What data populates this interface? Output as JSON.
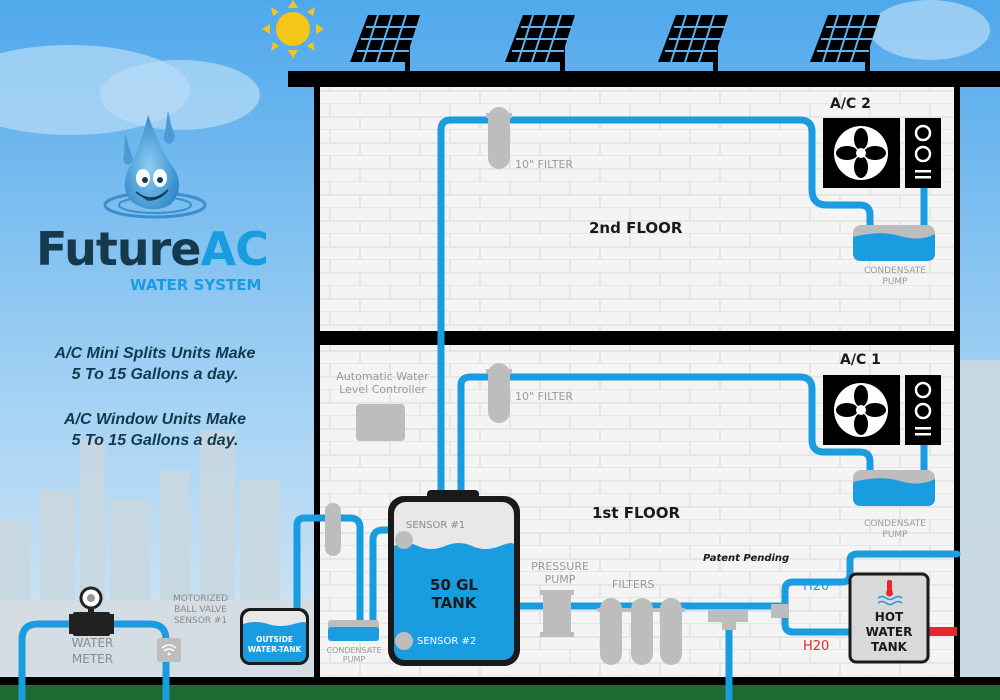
{
  "brand": {
    "name_dark": "Future",
    "name_accent": "AC",
    "subtitle": "WATER SYSTEM",
    "colors": {
      "dark": "#163a4d",
      "accent": "#1a9de0",
      "sky": "#5eb3ee",
      "pipe": "#1a9de0",
      "hot": "#e8262b",
      "ground": "#1e6b33"
    }
  },
  "taglines": [
    {
      "line1": "A/C Mini Splits Units Make",
      "line2": "5 To 15 Gallons a day."
    },
    {
      "line1": "A/C Window Units Make",
      "line2": "5 To 15 Gallons a day."
    }
  ],
  "floors": {
    "second": "2nd FLOOR",
    "first": "1st FLOOR"
  },
  "ac_units": [
    {
      "label": "A/C 2",
      "pump_label_1": "CONDENSATE",
      "pump_label_2": "PUMP"
    },
    {
      "label": "A/C 1",
      "pump_label_1": "CONDENSATE",
      "pump_label_2": "PUMP"
    }
  ],
  "filters_10in": [
    "10\" FILTER",
    "10\" FILTER"
  ],
  "controller": {
    "line1": "Automatic Water",
    "line2": "Level Controller"
  },
  "tank": {
    "line1": "50 GL",
    "line2": "TANK",
    "sensor1": "SENSOR #1",
    "sensor2": "SENSOR #2"
  },
  "pressure_pump": {
    "line1": "PRESSURE",
    "line2": "PUMP"
  },
  "filters_label": "FILTERS",
  "patent": "Patent Pending",
  "h2o_cold": "H20",
  "h2o_hot": "H20",
  "hot_water_tank": {
    "line1": "HOT",
    "line2": "WATER",
    "line3": "TANK"
  },
  "water_meter": {
    "line1": "WATER",
    "line2": "METER"
  },
  "ball_valve": {
    "line1": "MOTORIZED",
    "line2": "BALL VALVE",
    "line3": "SENSOR #1"
  },
  "outside_tank": {
    "line1": "OUTSIDE",
    "line2": "WATER-TANK"
  },
  "small_pump": {
    "line1": "CONDENSATE",
    "line2": "PUMP"
  },
  "icons": [
    "sun-icon",
    "solar-panel-icon",
    "water-drop-mascot-icon",
    "fan-icon",
    "wifi-icon",
    "thermometer-icon",
    "gauge-icon"
  ]
}
